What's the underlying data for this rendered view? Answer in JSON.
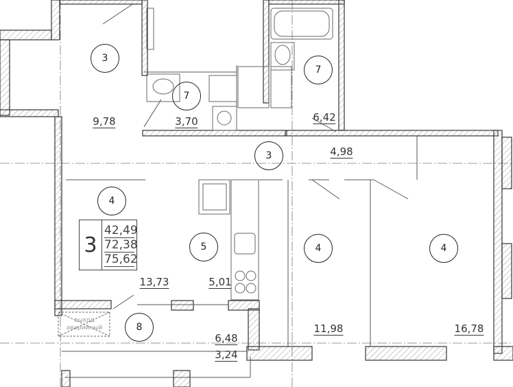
{
  "summary": {
    "rooms_count": "3",
    "living_area": "42,49",
    "total_area": "72,38",
    "total_area_with_balcony": "75,62"
  },
  "rooms": [
    {
      "number": "3",
      "area": "9,78"
    },
    {
      "number": "7",
      "area": "3,70"
    },
    {
      "number": "7",
      "area": "6,42"
    },
    {
      "number": "3",
      "area": "4,98"
    },
    {
      "number": "4",
      "area": "13,73"
    },
    {
      "number": "5",
      "area": "5,01"
    },
    {
      "number": "4",
      "area": "11,98"
    },
    {
      "number": "4",
      "area": "16,78"
    },
    {
      "number": "8",
      "area": "6,48",
      "area_reduced": "3,24"
    }
  ],
  "emergency_exit": {
    "line1": "выход",
    "line2": "аварийный"
  },
  "colors": {
    "wall": "#333333",
    "hatch": "#888888",
    "axis": "#777777"
  }
}
